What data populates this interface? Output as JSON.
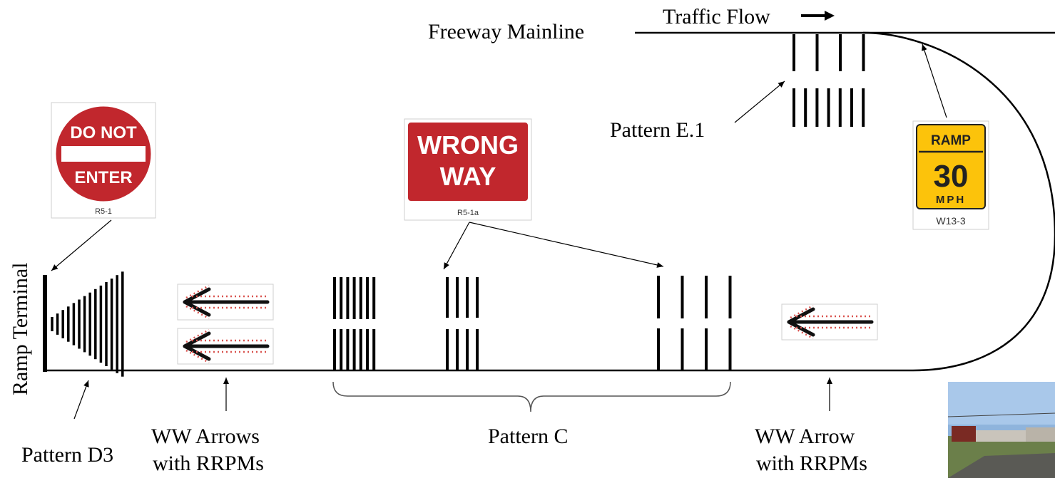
{
  "labels": {
    "freeway_mainline": "Freeway Mainline",
    "traffic_flow": "Traffic Flow",
    "ramp_terminal": "Ramp Terminal",
    "pattern_e1": "Pattern E.1",
    "pattern_d3": "Pattern D3",
    "pattern_c": "Pattern C",
    "ww_arrows_line1": "WW Arrows",
    "ww_arrows_line2": "with RRPMs",
    "ww_arrow_line1": "WW Arrow",
    "ww_arrow_line2": "with RRPMs"
  },
  "signs": {
    "do_not_enter": {
      "line1": "DO NOT",
      "line2": "ENTER",
      "code": "R5-1"
    },
    "wrong_way": {
      "line1": "WRONG",
      "line2": "WAY",
      "code": "R5-1a"
    },
    "ramp_speed": {
      "top": "RAMP",
      "speed": "30",
      "unit": "MPH",
      "code": "W13-3"
    }
  },
  "colors": {
    "sign_red": "#c1272d",
    "sign_yellow": "#fcc30b",
    "marker_red": "#d9534f",
    "line": "#000000"
  }
}
